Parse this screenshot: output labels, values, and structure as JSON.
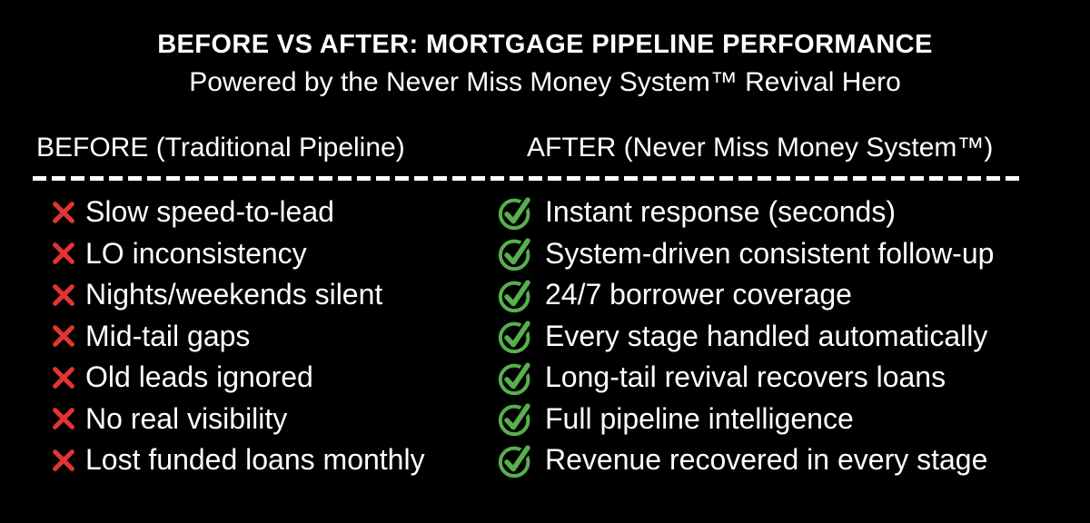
{
  "title": "BEFORE VS AFTER: MORTGAGE PIPELINE PERFORMANCE",
  "subtitle": "Powered by the Never Miss Money System™ Revival Hero",
  "columns": {
    "before": {
      "header": "BEFORE (Traditional Pipeline)",
      "icon": "red-x-icon",
      "items": [
        "Slow speed-to-lead",
        "LO inconsistency",
        "Nights/weekends silent",
        "Mid-tail gaps",
        "Old leads ignored",
        "No real visibility",
        "Lost funded loans monthly"
      ]
    },
    "after": {
      "header": "AFTER (Never Miss Money System™)",
      "icon": "green-check-circle-icon",
      "items": [
        "Instant response (seconds)",
        "System-driven consistent follow-up",
        "24/7 borrower coverage",
        "Every stage handled automatically",
        "Long-tail revival recovers loans",
        "Full pipeline intelligence",
        "Revenue recovered in every stage"
      ]
    }
  },
  "colors": {
    "background": "#000000",
    "text": "#ffffff",
    "x_red": "#e23434",
    "check_green": "#56b04c"
  }
}
